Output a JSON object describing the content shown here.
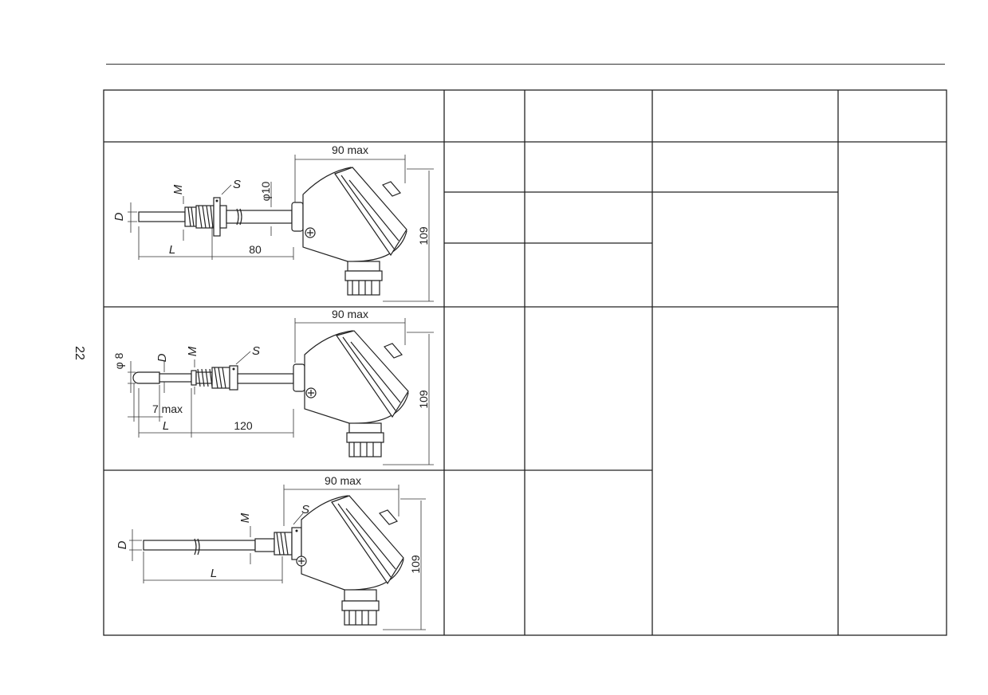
{
  "page": {
    "number": "22"
  },
  "drawings": [
    {
      "width_label": "90 max",
      "height_label": "109",
      "symbol_d": "D",
      "symbol_m": "M",
      "symbol_s": "S",
      "dia_label": "φ10",
      "symbol_l": "L",
      "len_label": "80"
    },
    {
      "width_label": "90 max",
      "height_label": "109",
      "dia8_label": "φ 8",
      "symbol_d": "D",
      "symbol_m": "M",
      "symbol_s": "S",
      "tip_label": "7 max",
      "symbol_l": "L",
      "len_label": "120"
    },
    {
      "width_label": "90 max",
      "height_label": "109",
      "symbol_d": "D",
      "symbol_m": "M",
      "symbol_s": "S",
      "symbol_l": "L"
    }
  ]
}
